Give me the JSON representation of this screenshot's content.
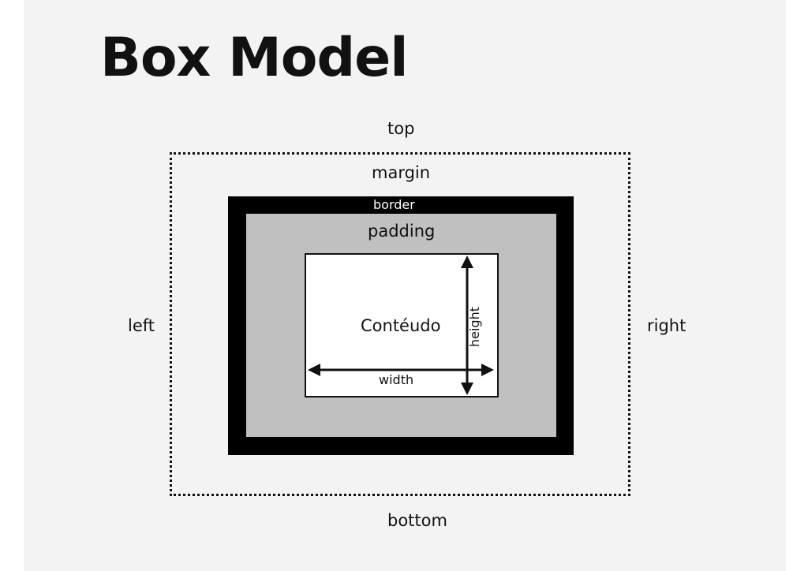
{
  "title": "Box Model",
  "labels": {
    "top": "top",
    "bottom": "bottom",
    "left": "left",
    "right": "right",
    "margin": "margin",
    "border": "border",
    "padding": "padding",
    "content": "Contéudo",
    "width": "width",
    "height": "height"
  },
  "colors": {
    "slide_background": "#f3f3f3",
    "border_fill": "#000000",
    "padding_fill": "#c0c0c0",
    "content_fill": "#ffffff",
    "text": "#111111"
  }
}
